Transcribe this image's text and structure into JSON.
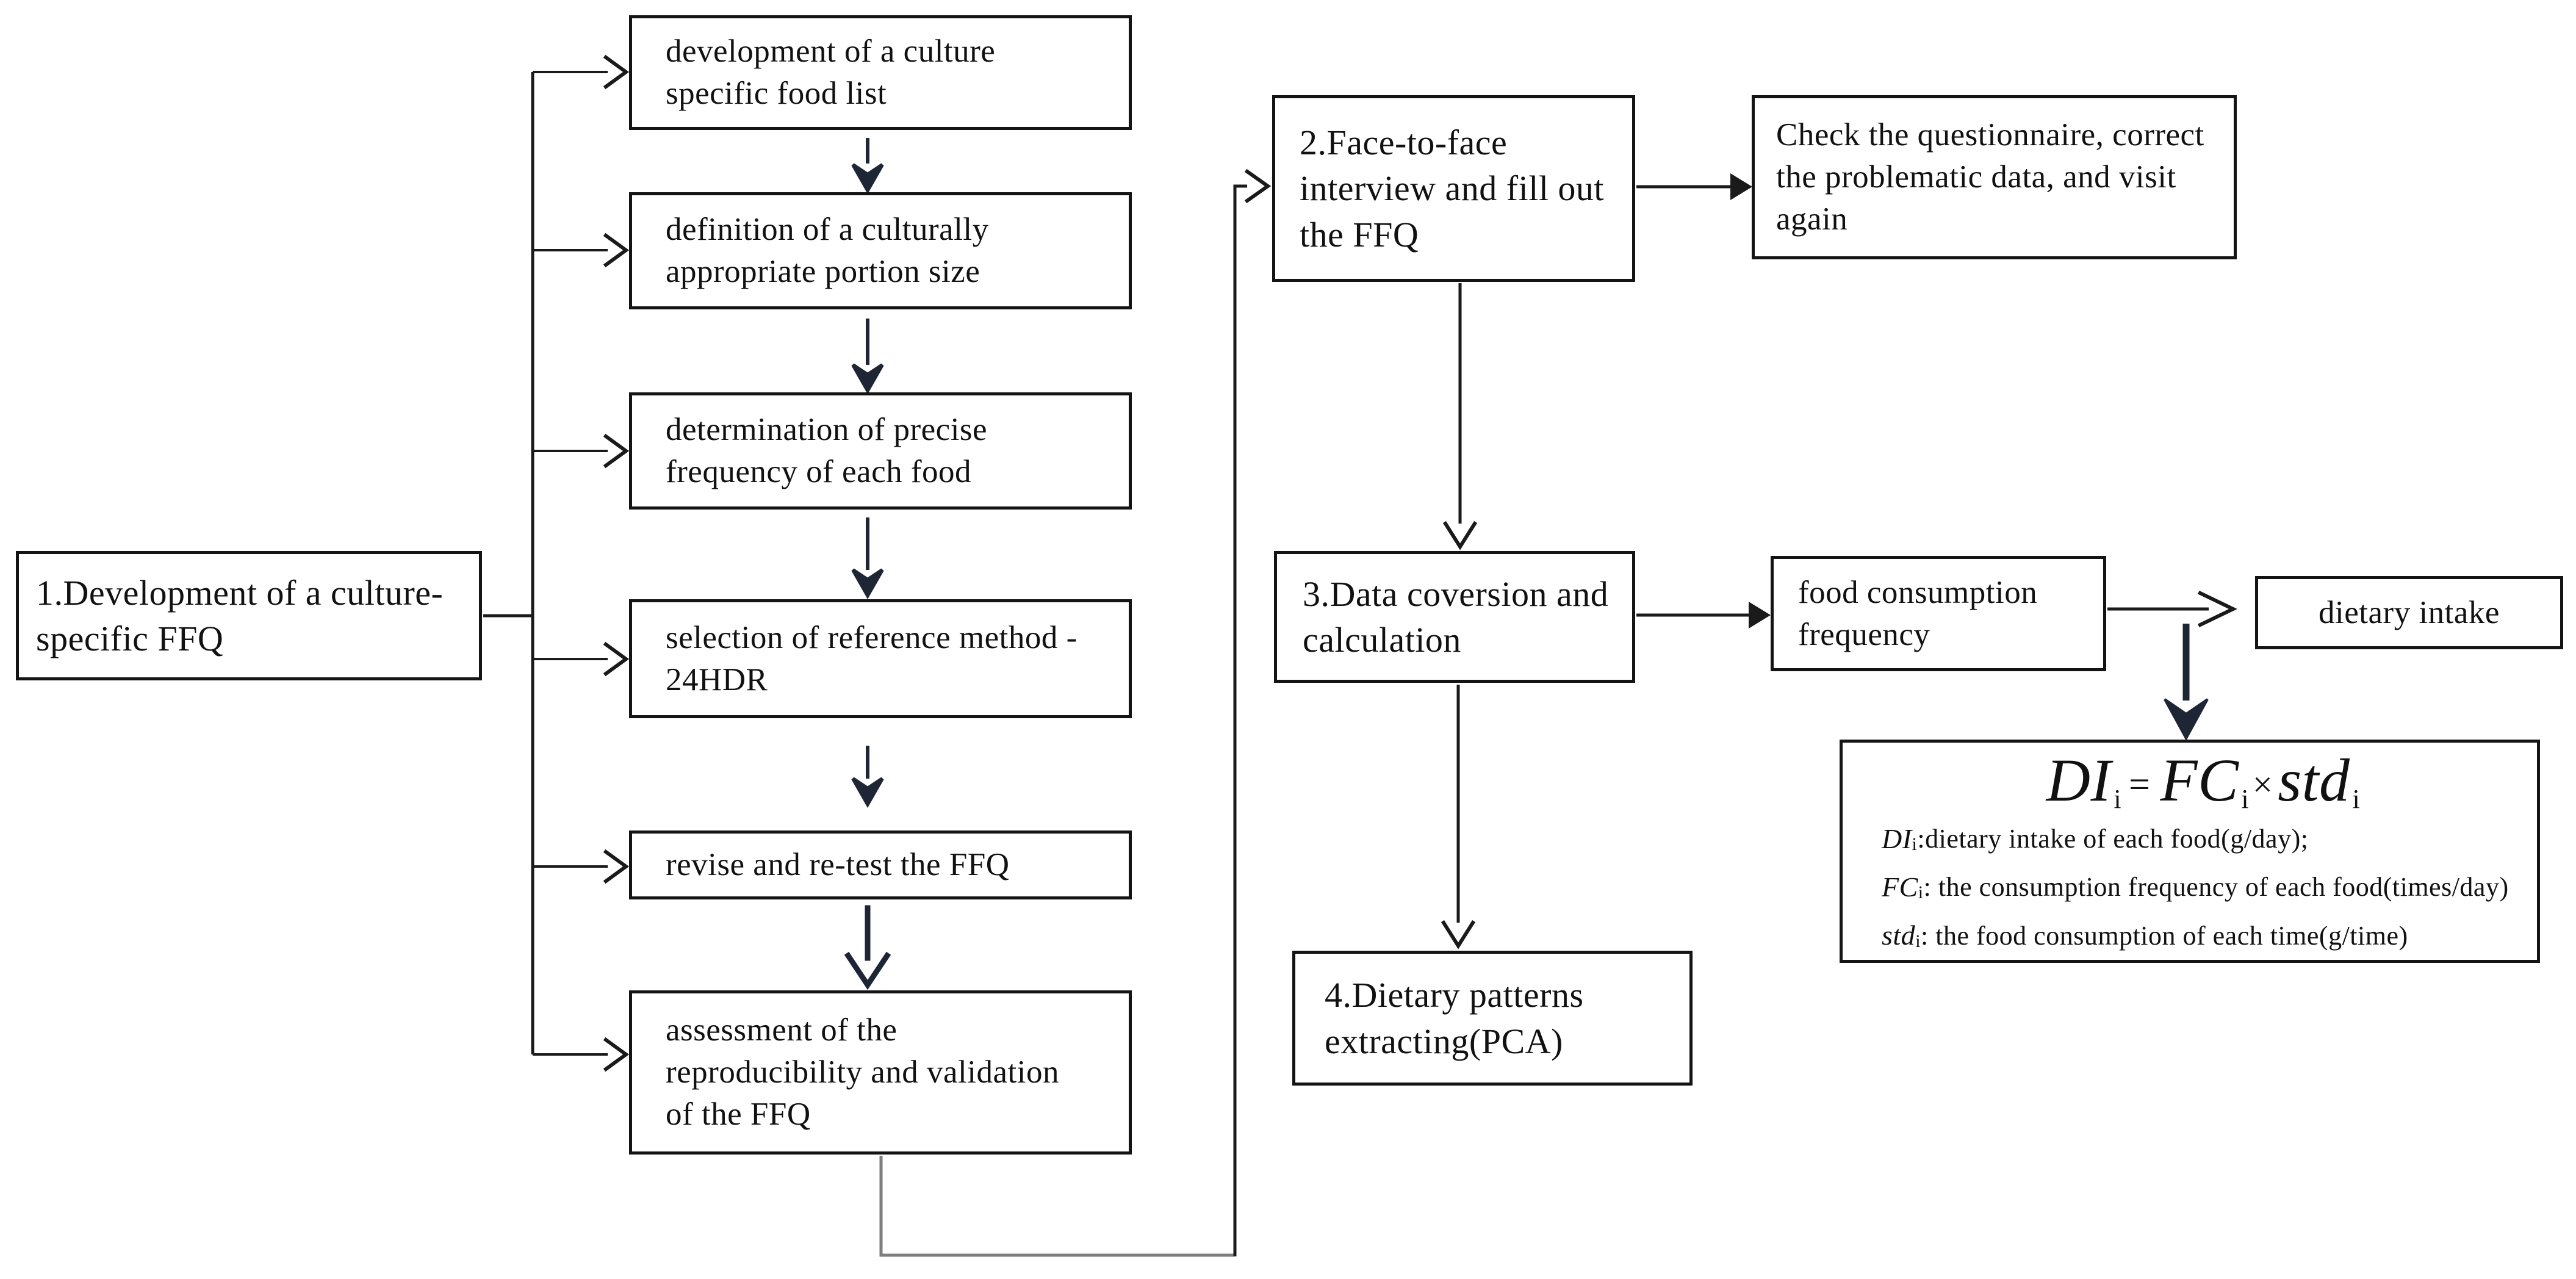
{
  "flowchart": {
    "stage1": {
      "label": "1.Development of a culture-specific FFQ"
    },
    "steps": [
      {
        "label": "development of a culture specific food list"
      },
      {
        "label": "definition of a culturally appropriate portion size"
      },
      {
        "label": "determination of precise frequency of each food"
      },
      {
        "label": "selection of reference method - 24HDR"
      },
      {
        "label": "revise and re-test the FFQ"
      },
      {
        "label": "assessment of the reproducibility and validation of the FFQ"
      }
    ],
    "stage2": {
      "label": "2.Face-to-face interview and fill out the FFQ"
    },
    "check_box": {
      "label": "Check the questionnaire, correct the problematic data, and visit again"
    },
    "stage3": {
      "label": "3.Data coversion and calculation"
    },
    "food_frequency": {
      "label": "food consumption frequency"
    },
    "dietary_intake": {
      "label": "dietary intake"
    },
    "stage4": {
      "label": "4.Dietary patterns extracting(PCA)"
    },
    "formula": {
      "title": {
        "lhs": "DI",
        "lhs_sub": "i",
        "eq": "=",
        "rhs1": "FC",
        "rhs1_sub": "i",
        "op": "×",
        "rhs2": "std",
        "rhs2_sub": "i"
      },
      "definitions": [
        {
          "term": "DI",
          "sub": "i",
          "text": ":dietary intake of each food(g/day);"
        },
        {
          "term": "FC",
          "sub": "i",
          "text": ": the consumption frequency of each food(times/day)"
        },
        {
          "term": "std",
          "sub": "i",
          "text": ": the food consumption of each time(g/time)"
        }
      ]
    },
    "colors": {
      "box_border": "#141414",
      "line_black": "#1a1a1a",
      "arrow_navy": "#1e2636",
      "line_gray": "#7e7e7e"
    }
  }
}
